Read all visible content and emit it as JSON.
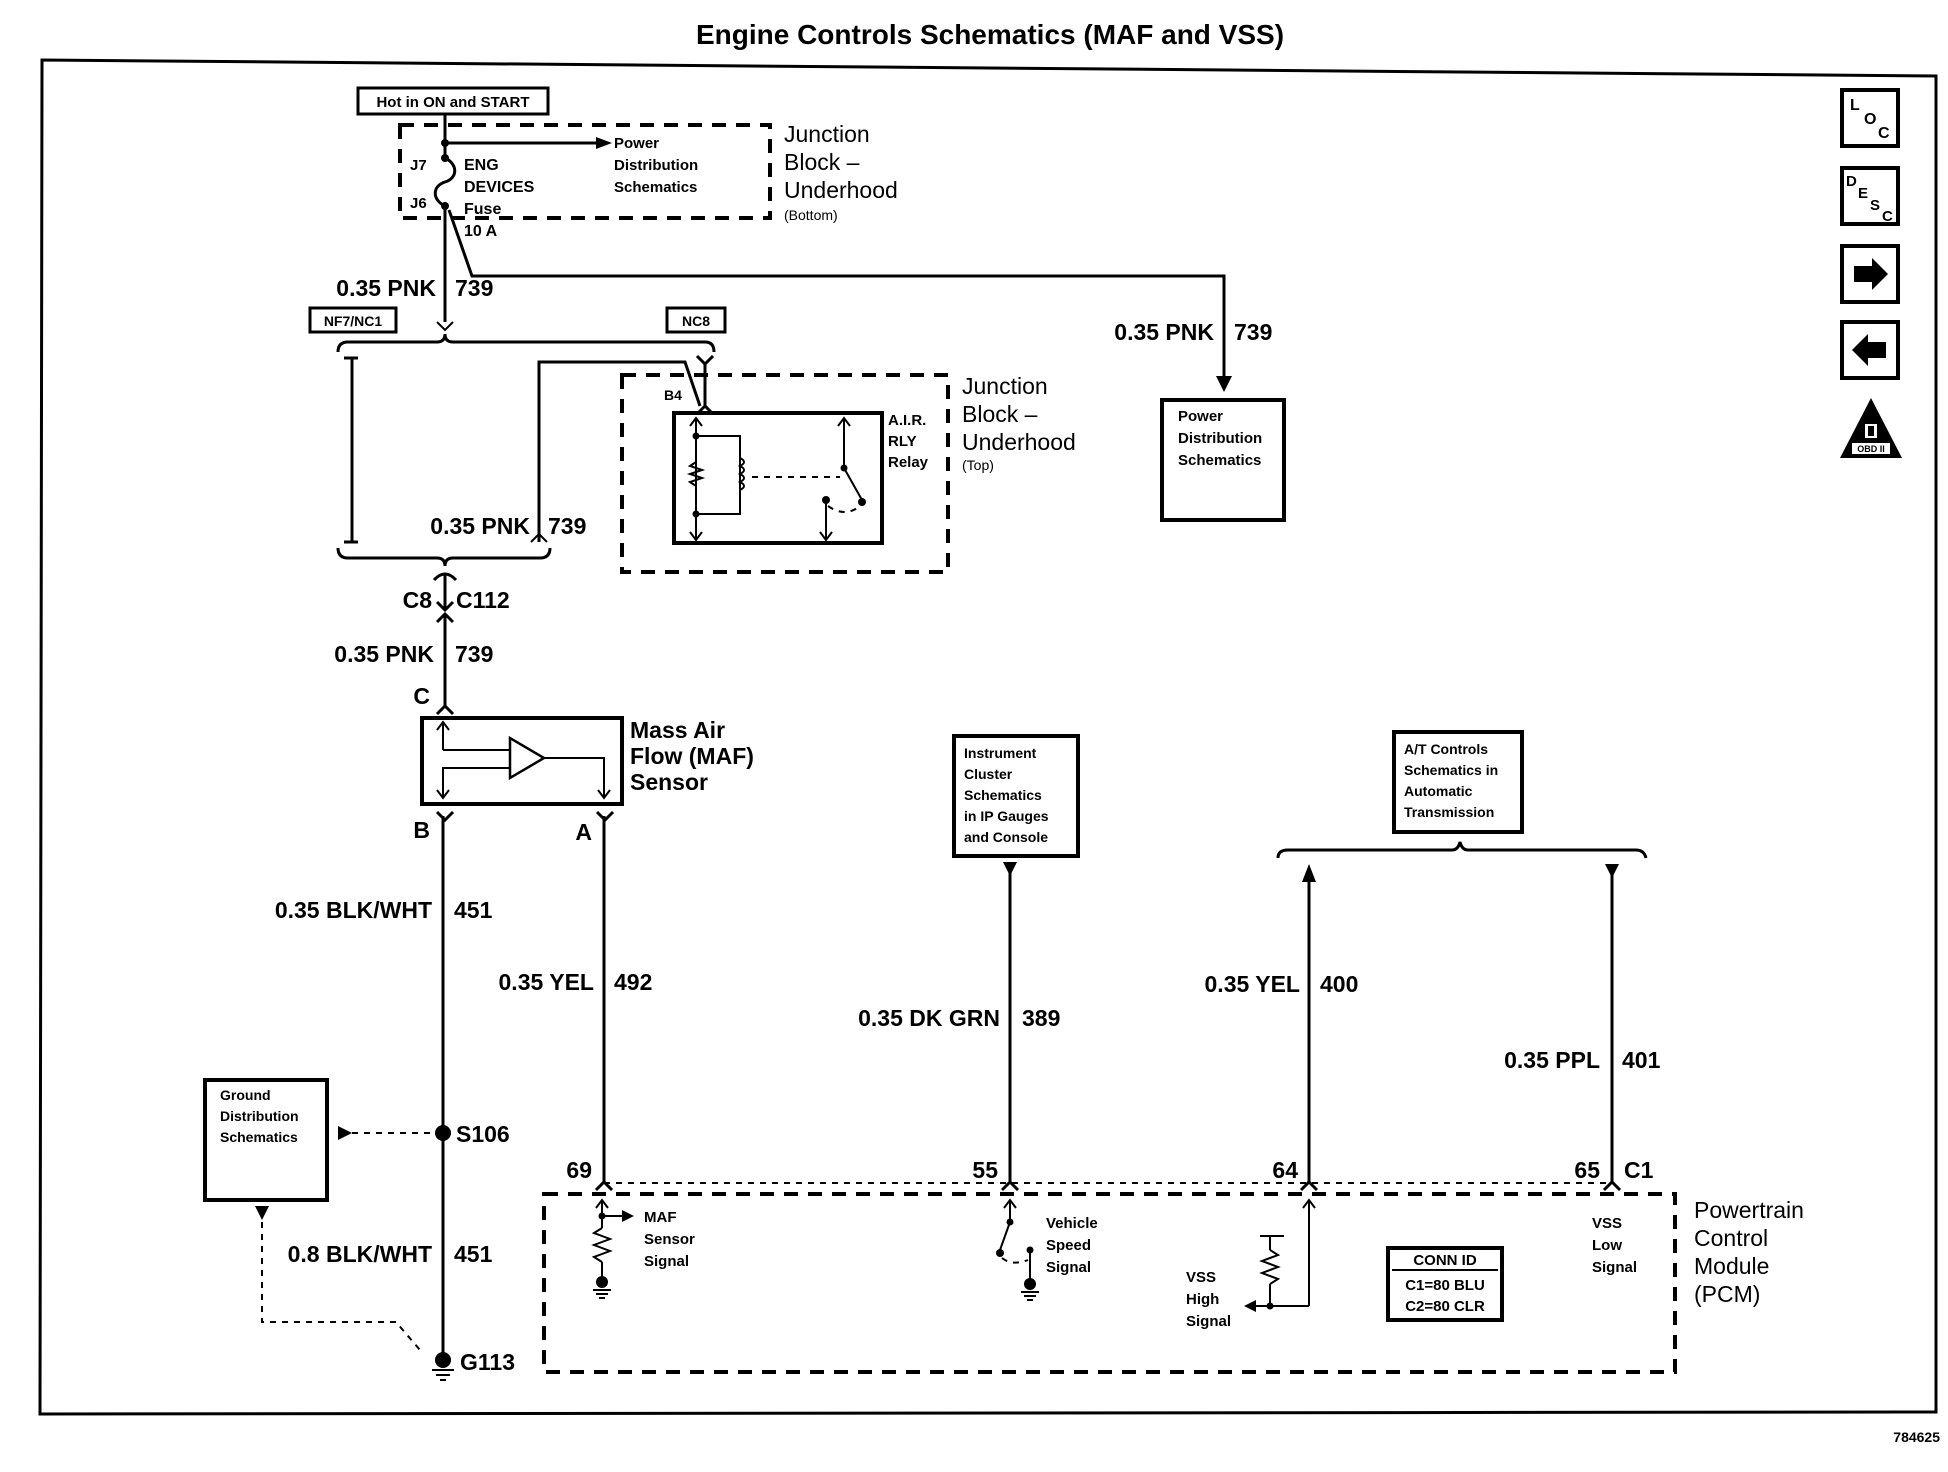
{
  "title": "Engine Controls Schematics (MAF and VSS)",
  "figure_number": "784625",
  "side_icons": {
    "loc": [
      "L",
      "O",
      "C"
    ],
    "desc": [
      "D",
      "E",
      "S",
      "C"
    ],
    "obd": "OBD II"
  },
  "power": {
    "hot_label": "Hot in ON and START",
    "jb_bottom": {
      "title_lines": [
        "Junction",
        "Block –",
        "Underhood"
      ],
      "sub": "(Bottom)"
    },
    "terminal_j7": "J7",
    "terminal_j6": "J6",
    "fuse_lines": [
      "ENG",
      "DEVICES",
      "Fuse",
      "10 A"
    ],
    "pds_ref_lines": [
      "Power",
      "Distribution",
      "Schematics"
    ],
    "wire_top": {
      "gauge_color": "0.35 PNK",
      "circuit": "739"
    },
    "wire_right": {
      "gauge_color": "0.35 PNK",
      "circuit": "739"
    },
    "pds_box_lines": [
      "Power",
      "Distribution",
      "Schematics"
    ]
  },
  "connectors": {
    "nf7_nc1": "NF7/NC1",
    "nc8": "NC8",
    "b4": "B4",
    "c8": "C8",
    "c112": "C112",
    "wire_mid": {
      "gauge_color": "0.35 PNK",
      "circuit": "739"
    },
    "wire_low": {
      "gauge_color": "0.35 PNK",
      "circuit": "739"
    }
  },
  "relay": {
    "label_lines": [
      "A.I.R.",
      "RLY",
      "Relay"
    ],
    "jb_top": {
      "title_lines": [
        "Junction",
        "Block –",
        "Underhood"
      ],
      "sub": "(Top)"
    }
  },
  "maf": {
    "title_lines": [
      "Mass Air",
      "Flow (MAF)",
      "Sensor"
    ],
    "pin_c": "C",
    "pin_b": "B",
    "pin_a": "A"
  },
  "wires": [
    {
      "id": "451a",
      "gauge_color": "0.35 BLK/WHT",
      "circuit": "451"
    },
    {
      "id": "492",
      "gauge_color": "0.35 YEL",
      "circuit": "492"
    },
    {
      "id": "389",
      "gauge_color": "0.35 DK GRN",
      "circuit": "389"
    },
    {
      "id": "400",
      "gauge_color": "0.35 YEL",
      "circuit": "400"
    },
    {
      "id": "401",
      "gauge_color": "0.35 PPL",
      "circuit": "401"
    },
    {
      "id": "451b",
      "gauge_color": "0.8 BLK/WHT",
      "circuit": "451"
    }
  ],
  "refs": {
    "instrument_lines": [
      "Instrument",
      "Cluster",
      "Schematics",
      "in IP Gauges",
      "and Console"
    ],
    "at_lines": [
      "A/T Controls",
      "Schematics in",
      "Automatic",
      "Transmission"
    ],
    "ground_lines": [
      "Ground",
      "Distribution",
      "Schematics"
    ]
  },
  "ground": {
    "splice": "S106",
    "ground_point": "G113"
  },
  "pcm": {
    "title_lines": [
      "Powertrain",
      "Control",
      "Module",
      "(PCM)"
    ],
    "pins": {
      "p69": "69",
      "p55": "55",
      "p64": "64",
      "p65": "65",
      "conn": "C1"
    },
    "maf_signal_lines": [
      "MAF",
      "Sensor",
      "Signal"
    ],
    "vss_signal_lines": [
      "Vehicle",
      "Speed",
      "Signal"
    ],
    "vss_high_lines": [
      "VSS",
      "High",
      "Signal"
    ],
    "vss_low_lines": [
      "VSS",
      "Low",
      "Signal"
    ],
    "conn_id": {
      "header": "CONN ID",
      "rows": [
        "C1=80 BLU",
        "C2=80 CLR"
      ]
    }
  }
}
